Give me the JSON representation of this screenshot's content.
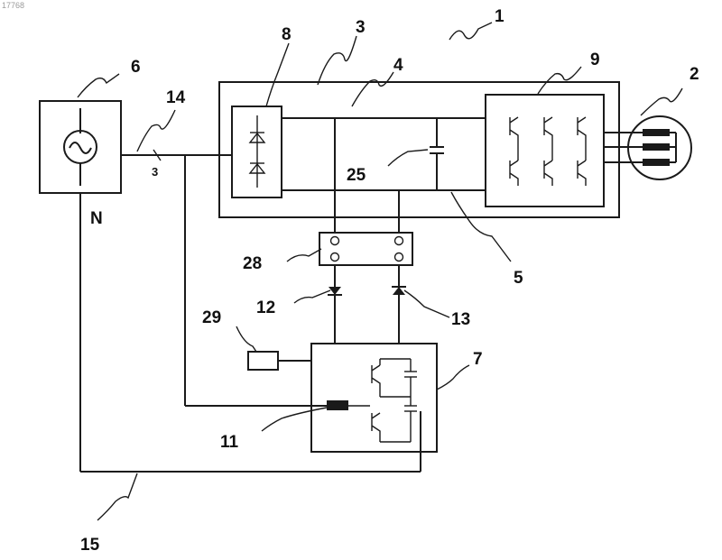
{
  "watermark": "17768",
  "labels": {
    "l1": "1",
    "l2": "2",
    "l3": "3",
    "l4": "4",
    "l5": "5",
    "l6": "6",
    "l7": "7",
    "l8": "8",
    "l9": "9",
    "l11": "11",
    "l12": "12",
    "l13": "13",
    "l14": "14",
    "l15": "15",
    "l25": "25",
    "l28": "28",
    "l29": "29",
    "n": "N",
    "phase_count": "3"
  }
}
